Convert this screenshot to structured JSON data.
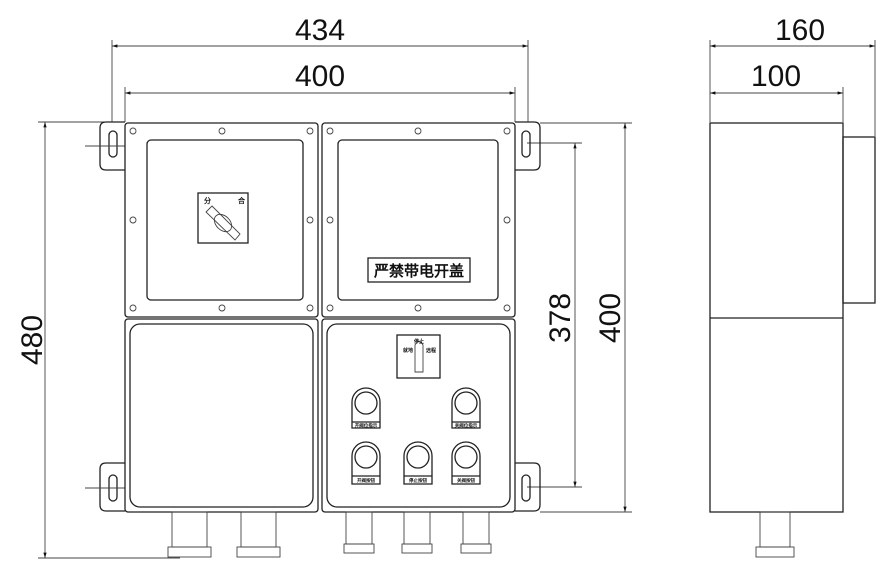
{
  "dimensions": {
    "overall_width_with_tabs": "434",
    "body_width": "400",
    "overall_height": "480",
    "mounting_hole_spacing": "378",
    "body_height": "400",
    "side_total_depth": "160",
    "side_body_depth": "100"
  },
  "labels": {
    "isolator_off": "分",
    "isolator_on": "合",
    "warning_sign": "严禁带电开盖",
    "selector_local": "就地",
    "selector_stop": "停止",
    "selector_remote": "远程",
    "indicator_open": "开阀位指示",
    "indicator_close": "关阀位指示",
    "button_open": "开阀按钮",
    "button_stop": "停止按钮",
    "button_close": "关阀按钮"
  }
}
